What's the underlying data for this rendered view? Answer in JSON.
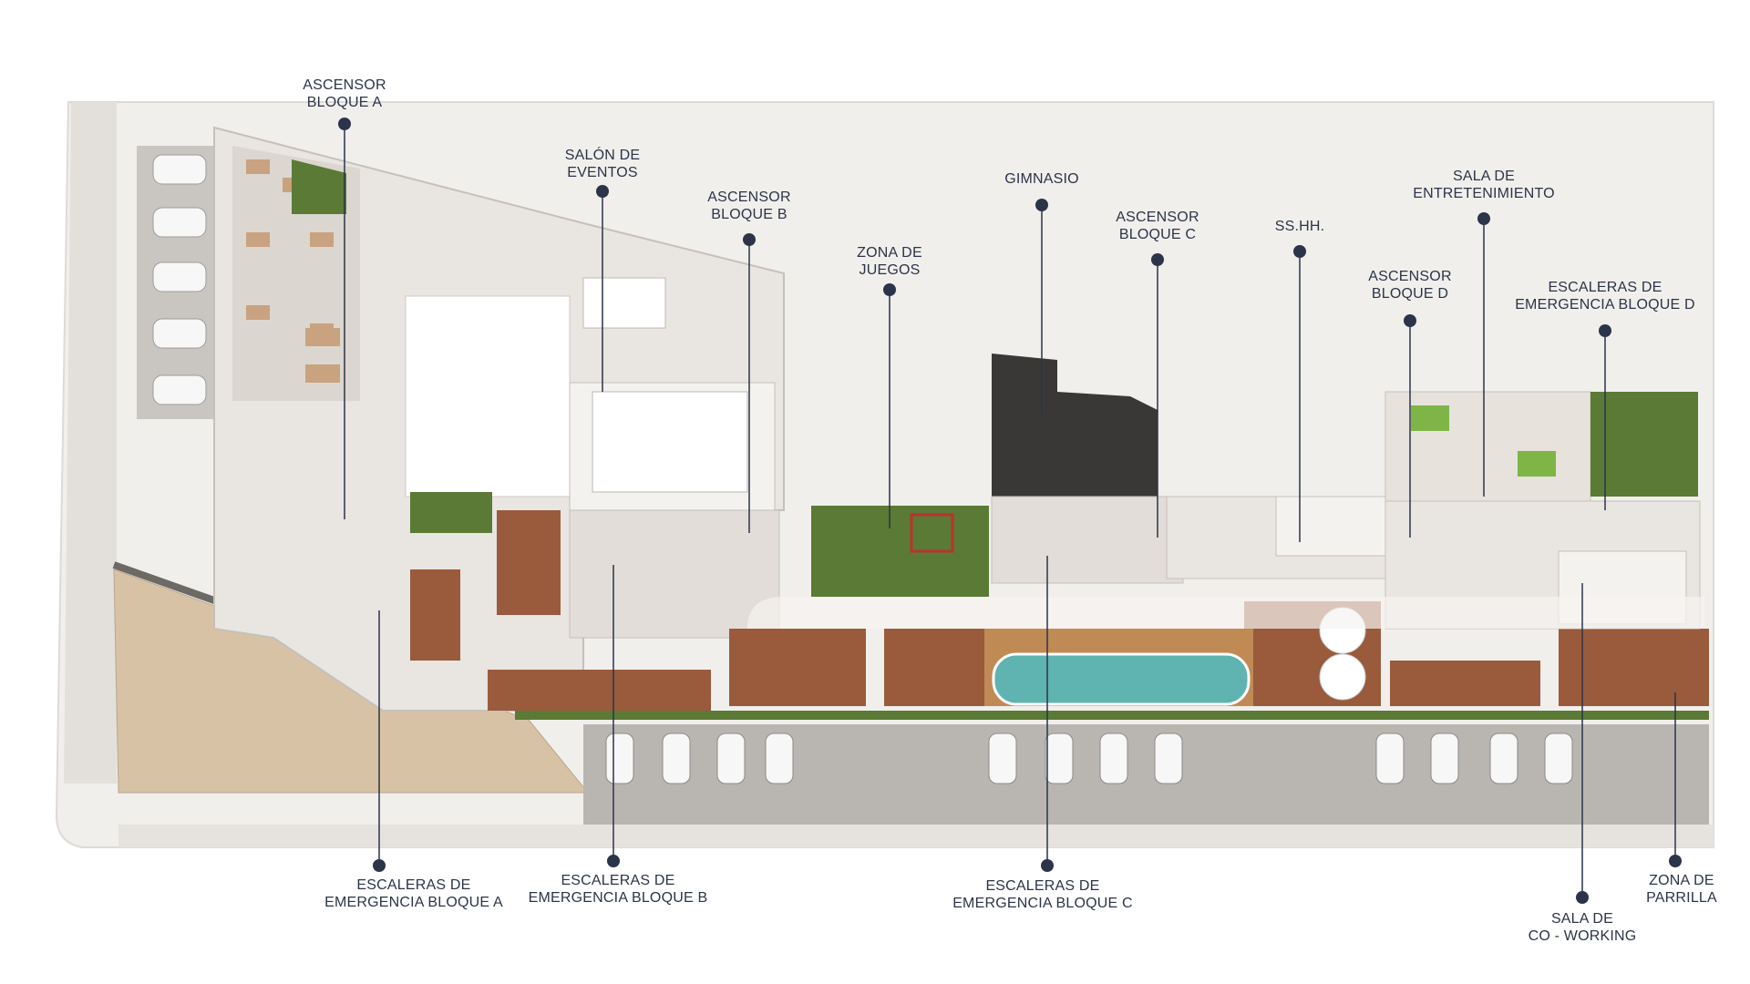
{
  "colors": {
    "label_text": "#2b3449",
    "leader": "#2b3449",
    "floor": "#eeeae6",
    "wall": "#cfcac4",
    "wood": "#9a5a3c",
    "grass": "#5b7a35",
    "water": "#5fb3b0",
    "dark_room": "#3a3836",
    "parking": "#b9b6b2",
    "sand": "#d8c2a6"
  },
  "labels": [
    {
      "id": "ascensor-a",
      "lines": [
        "ASCENSOR",
        "BLOQUE A"
      ]
    },
    {
      "id": "salon-eventos",
      "lines": [
        "SALÓN DE",
        "EVENTOS"
      ]
    },
    {
      "id": "ascensor-b",
      "lines": [
        "ASCENSOR",
        "BLOQUE B"
      ]
    },
    {
      "id": "zona-juegos",
      "lines": [
        "ZONA DE",
        "JUEGOS"
      ]
    },
    {
      "id": "gimnasio",
      "lines": [
        "GIMNASIO"
      ]
    },
    {
      "id": "ascensor-c",
      "lines": [
        "ASCENSOR",
        "BLOQUE C"
      ]
    },
    {
      "id": "sshh",
      "lines": [
        "SS.HH."
      ]
    },
    {
      "id": "sala-entretenimiento",
      "lines": [
        "SALA DE",
        "ENTRETENIMIENTO"
      ]
    },
    {
      "id": "ascensor-d",
      "lines": [
        "ASCENSOR",
        "BLOQUE D"
      ]
    },
    {
      "id": "escaleras-d",
      "lines": [
        "ESCALERAS DE",
        "EMERGENCIA BLOQUE D"
      ]
    },
    {
      "id": "escaleras-a",
      "lines": [
        "ESCALERAS DE",
        "EMERGENCIA BLOQUE A"
      ]
    },
    {
      "id": "escaleras-b",
      "lines": [
        "ESCALERAS DE",
        "EMERGENCIA BLOQUE B"
      ]
    },
    {
      "id": "escaleras-c",
      "lines": [
        "ESCALERAS DE",
        "EMERGENCIA BLOQUE C"
      ]
    },
    {
      "id": "coworking",
      "lines": [
        "SALA DE",
        "CO - WORKING"
      ]
    },
    {
      "id": "parrilla",
      "lines": [
        "ZONA DE",
        "PARRILLA"
      ]
    }
  ]
}
